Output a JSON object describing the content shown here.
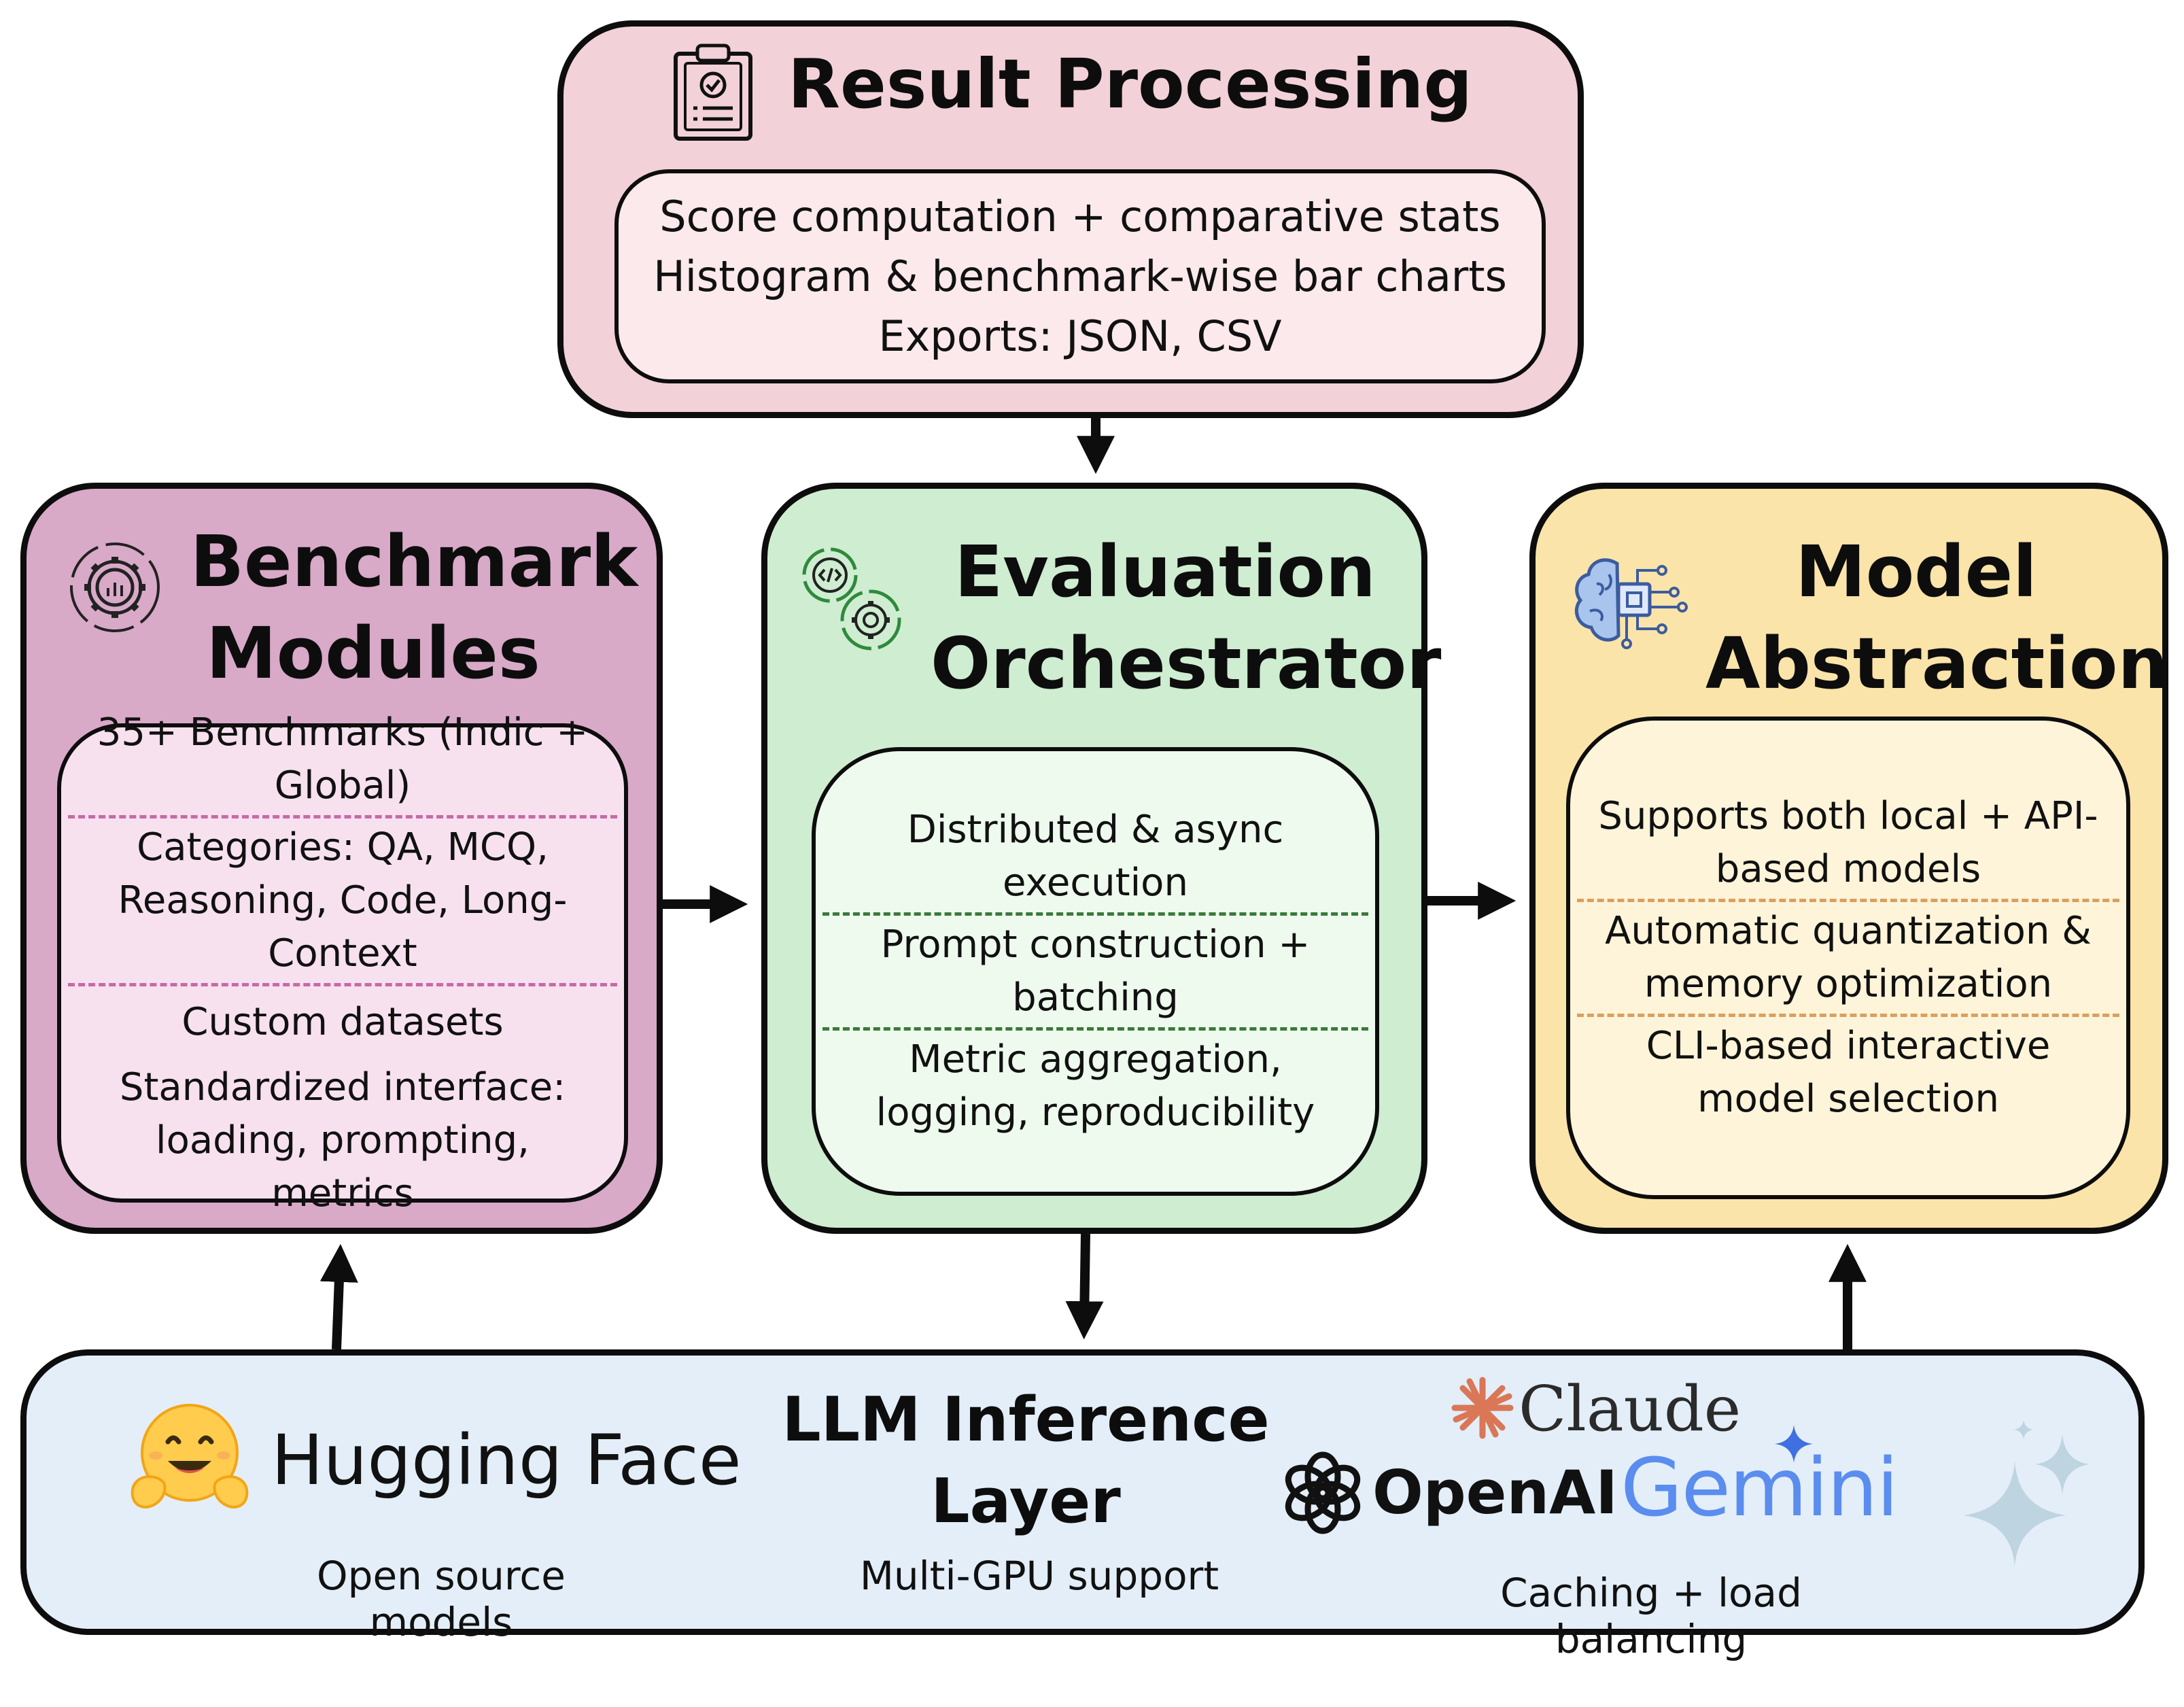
{
  "result_processing": {
    "title": "Result Processing",
    "items": [
      "Score computation + comparative stats",
      "Histogram & benchmark-wise bar charts",
      "Exports: JSON, CSV"
    ]
  },
  "benchmark_modules": {
    "title_line1": "Benchmark",
    "title_line2": "Modules",
    "items": [
      "35+ Benchmarks (Indic + Global)",
      "Categories: QA, MCQ, Reasoning, Code, Long-Context",
      "Custom datasets",
      "Standardized interface: loading, prompting, metrics"
    ]
  },
  "evaluation_orchestrator": {
    "title_line1": "Evaluation",
    "title_line2": "Orchestrator",
    "items": [
      "Distributed & async execution",
      "Prompt construction + batching",
      "Metric aggregation, logging, reproducibility"
    ]
  },
  "model_abstraction": {
    "title_line1": "Model",
    "title_line2": "Abstraction",
    "items": [
      "Supports both local + API-based models",
      "Automatic quantization & memory optimization",
      "CLI-based interactive model selection"
    ]
  },
  "llm_inference_layer": {
    "title_line1": "LLM Inference",
    "title_line2": "Layer",
    "huggingface_name": "Hugging Face",
    "huggingface_caption": "Open source models",
    "center_caption": "Multi-GPU support",
    "claude_name": "Claude",
    "openai_name": "OpenAI",
    "gemini_name": "Gemini",
    "api_caption": "Caching + load balancing"
  },
  "colors": {
    "result_outer": "#f3d1d8",
    "benchmark_outer": "#d9a9c8",
    "orchestrator_outer": "#cfedd1",
    "model_outer": "#fbe4a9",
    "llm_outer": "#e3eef9",
    "benchmark_divider": "#c76aa6",
    "orchestrator_divider": "#3a7a3a",
    "model_divider": "#d9a060"
  },
  "icons": [
    "clipboard-check-icon",
    "gear-chart-icon",
    "code-gear-icon",
    "brain-circuit-icon",
    "hugging-face-emoji-icon",
    "claude-starburst-icon",
    "openai-knot-icon",
    "gemini-sparkle-icon"
  ]
}
